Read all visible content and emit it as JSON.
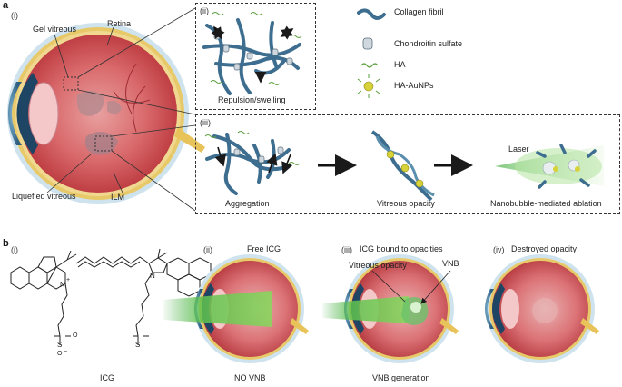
{
  "panel_a": {
    "label": "a",
    "roman_i": "(i)",
    "roman_ii": "(ii)",
    "roman_iii": "(iii)",
    "gel_vitreous": "Gel vitreous",
    "retina": "Retina",
    "liquefied_vitreous": "Liquefied vitreous",
    "ilm": "ILM",
    "repulsion": "Repulsion/swelling",
    "aggregation": "Aggregation",
    "vitreous_opacity": "Vitreous opacity",
    "ablation": "Nanobubble-mediated ablation",
    "laser": "Laser",
    "legend": {
      "collagen": "Collagen fibril",
      "chondroitin": "Chondroitin sulfate",
      "ha": "HA",
      "ha_aunps": "HA-AuNPs"
    }
  },
  "panel_b": {
    "label": "b",
    "roman_i": "(i)",
    "roman_ii": "(ii)",
    "roman_iii": "(iii)",
    "roman_iv": "(iv)",
    "free_icg": "Free ICG",
    "icg_bound": "ICG bound to opacities",
    "destroyed": "Destroyed opacity",
    "vitreous_opacity": "Vitreous opacity",
    "vnb": "VNB",
    "icg": "ICG",
    "no_vnb": "NO VNB",
    "vnb_generation": "VNB generation",
    "chem": {
      "n_plus": "N",
      "plus": "+",
      "n": "N",
      "s1": "S",
      "s2": "S",
      "o": "O",
      "o_minus": "O",
      "minus": "−"
    }
  }
}
